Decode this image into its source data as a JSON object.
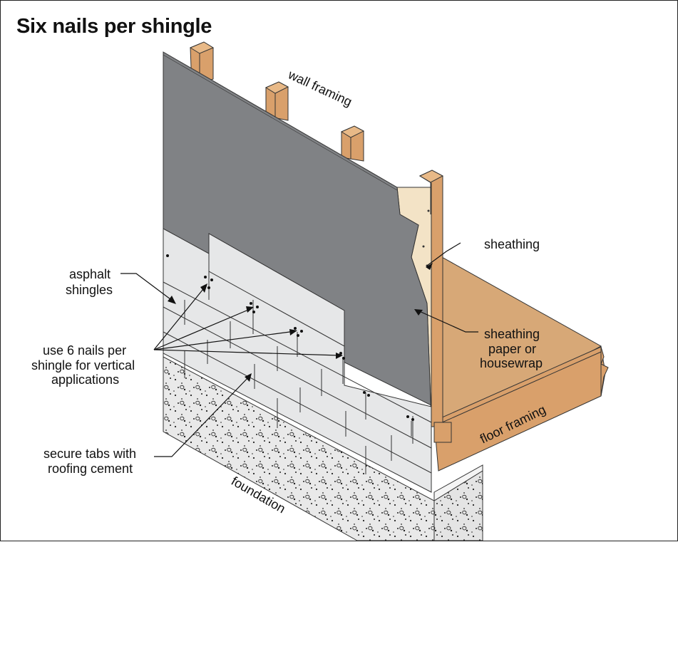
{
  "title": "Six nails per shingle",
  "labels": {
    "wall_framing": "wall framing",
    "sheathing": "sheathing",
    "paper": [
      "sheathing",
      "paper or",
      "housewrap"
    ],
    "asphalt": [
      "asphalt",
      "shingles"
    ],
    "nails": [
      "use 6 nails per",
      "shingle for vertical",
      "applications"
    ],
    "tabs": [
      "secure tabs with",
      "roofing cement"
    ],
    "floor_framing": "floor framing",
    "foundation": "foundation"
  },
  "colors": {
    "housewrap": "#808285",
    "wood": "#d9a06b",
    "wood_dark": "#c68a52",
    "sheathing": "#f3e3c6",
    "shingle": "#e6e7e8",
    "concrete": "#e9e9e9",
    "floor_top": "#d7a877"
  }
}
